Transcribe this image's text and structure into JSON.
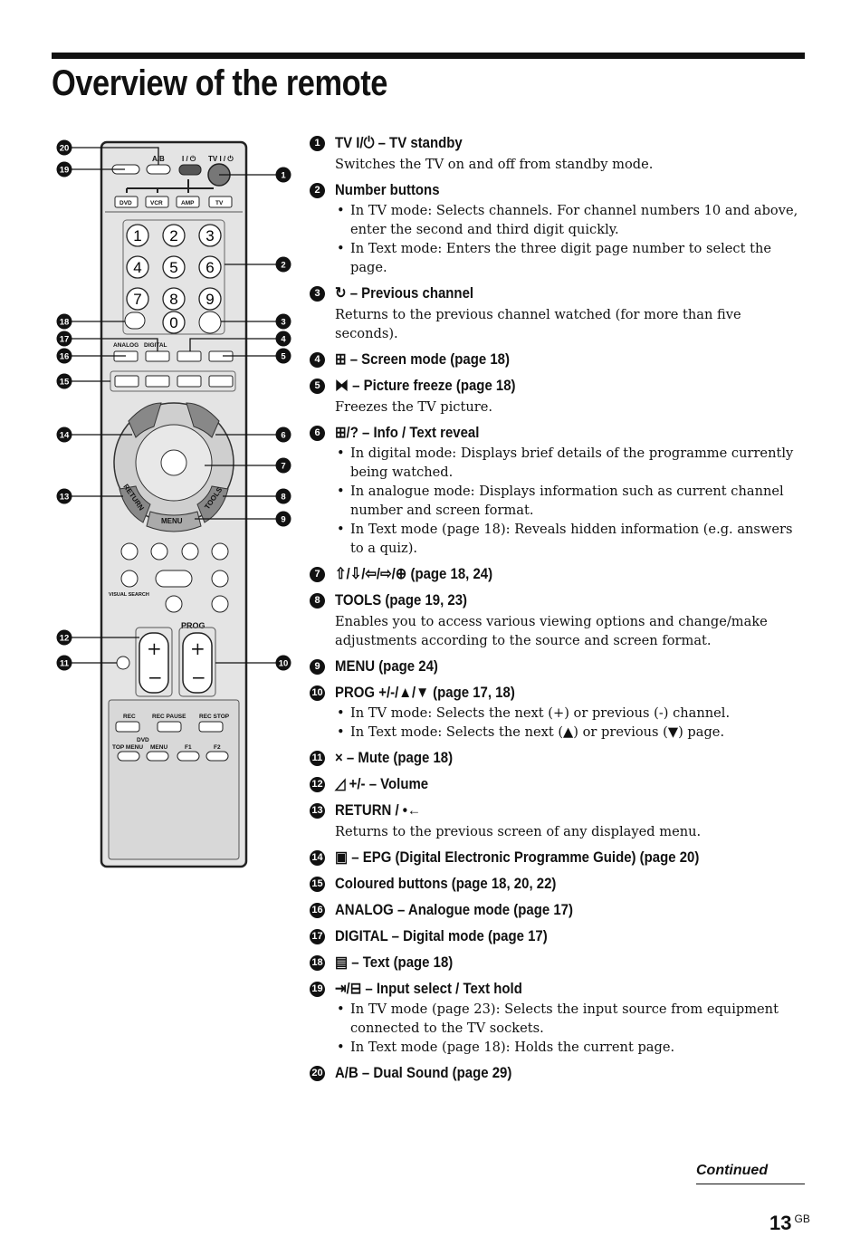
{
  "page": {
    "title": "Overview of the remote",
    "continued": "Continued",
    "page_number": "13",
    "page_suffix": "GB"
  },
  "remote": {
    "labels": {
      "ab": "A/B",
      "power": "I / ⏻",
      "tv_power": "TV I / ⏻",
      "dvd": "DVD",
      "vcr": "VCR",
      "amp": "AMP",
      "tv": "TV",
      "analog": "ANALOG",
      "digital": "DIGITAL",
      "return": "RETURN",
      "menu": "MENU",
      "tools": "TOOLS",
      "visual_search": "VISUAL SEARCH",
      "prog": "PROG",
      "rec": "REC",
      "rec_pause": "REC  PAUSE",
      "rec_stop": "REC STOP",
      "dvd_bar": "DVD",
      "top_menu": "TOP MENU",
      "menu2": "MENU",
      "f1": "F1",
      "f2": "F2",
      "digits": [
        "1",
        "2",
        "3",
        "4",
        "5",
        "6",
        "7",
        "8",
        "9",
        "0"
      ],
      "callouts": [
        "1",
        "2",
        "3",
        "4",
        "5",
        "6",
        "7",
        "8",
        "9",
        "10",
        "11",
        "12",
        "13",
        "14",
        "15",
        "16",
        "17",
        "18",
        "19",
        "20"
      ]
    }
  },
  "items": [
    {
      "n": "1",
      "title": "TV I/⏻ – TV standby",
      "desc": "Switches the TV on and off from standby mode.",
      "bullets": []
    },
    {
      "n": "2",
      "title": "Number buttons",
      "desc": "",
      "bullets": [
        "In TV mode: Selects channels. For channel numbers 10 and above, enter the second and third digit quickly.",
        "In Text mode: Enters the three digit page number to select the page."
      ]
    },
    {
      "n": "3",
      "title": "↻ – Previous channel",
      "desc": "Returns to the previous channel watched (for more than five seconds).",
      "bullets": []
    },
    {
      "n": "4",
      "title": "⊞ – Screen mode (page 18)",
      "desc": "",
      "bullets": []
    },
    {
      "n": "5",
      "title": "⧓ – Picture freeze (page 18)",
      "desc": "Freezes the TV picture.",
      "bullets": []
    },
    {
      "n": "6",
      "title": "⊞/? – Info / Text reveal",
      "desc": "",
      "bullets": [
        "In digital mode: Displays brief details of the programme currently being watched.",
        "In analogue mode: Displays information such as current channel number and screen format.",
        "In Text mode (page 18): Reveals hidden information (e.g. answers to a quiz)."
      ]
    },
    {
      "n": "7",
      "title": "⇧/⇩/⇦/⇨/⊕ (page 18, 24)",
      "desc": "",
      "bullets": []
    },
    {
      "n": "8",
      "title": "TOOLS (page 19, 23)",
      "desc": "Enables you to access various viewing options and change/make adjustments according to the source and screen format.",
      "bullets": []
    },
    {
      "n": "9",
      "title": "MENU (page 24)",
      "desc": "",
      "bullets": []
    },
    {
      "n": "10",
      "title": "PROG +/-/▲/▼ (page 17, 18)",
      "desc": "",
      "bullets": [
        "In TV mode: Selects the next (+) or previous (-) channel.",
        "In Text mode: Selects the next (▲) or previous (▼) page."
      ]
    },
    {
      "n": "11",
      "title": "× – Mute (page 18)",
      "desc": "",
      "bullets": []
    },
    {
      "n": "12",
      "title": "◿ +/- – Volume",
      "desc": "",
      "bullets": []
    },
    {
      "n": "13",
      "title": "RETURN / •←",
      "desc": "Returns to the previous screen of any displayed menu.",
      "bullets": []
    },
    {
      "n": "14",
      "title": "▣ – EPG (Digital Electronic Programme Guide) (page 20)",
      "desc": "",
      "bullets": []
    },
    {
      "n": "15",
      "title": "Coloured buttons (page 18, 20, 22)",
      "desc": "",
      "bullets": []
    },
    {
      "n": "16",
      "title": "ANALOG – Analogue mode (page 17)",
      "desc": "",
      "bullets": []
    },
    {
      "n": "17",
      "title": "DIGITAL – Digital mode (page 17)",
      "desc": "",
      "bullets": []
    },
    {
      "n": "18",
      "title": "▤ – Text (page 18)",
      "desc": "",
      "bullets": []
    },
    {
      "n": "19",
      "title": "⇥/⊟ – Input select / Text hold",
      "desc": "",
      "bullets": [
        "In TV mode (page 23): Selects the input source from equipment connected to the TV sockets.",
        "In Text mode (page 18): Holds the current page."
      ]
    },
    {
      "n": "20",
      "title": "A/B – Dual Sound (page 29)",
      "desc": "",
      "bullets": []
    }
  ]
}
